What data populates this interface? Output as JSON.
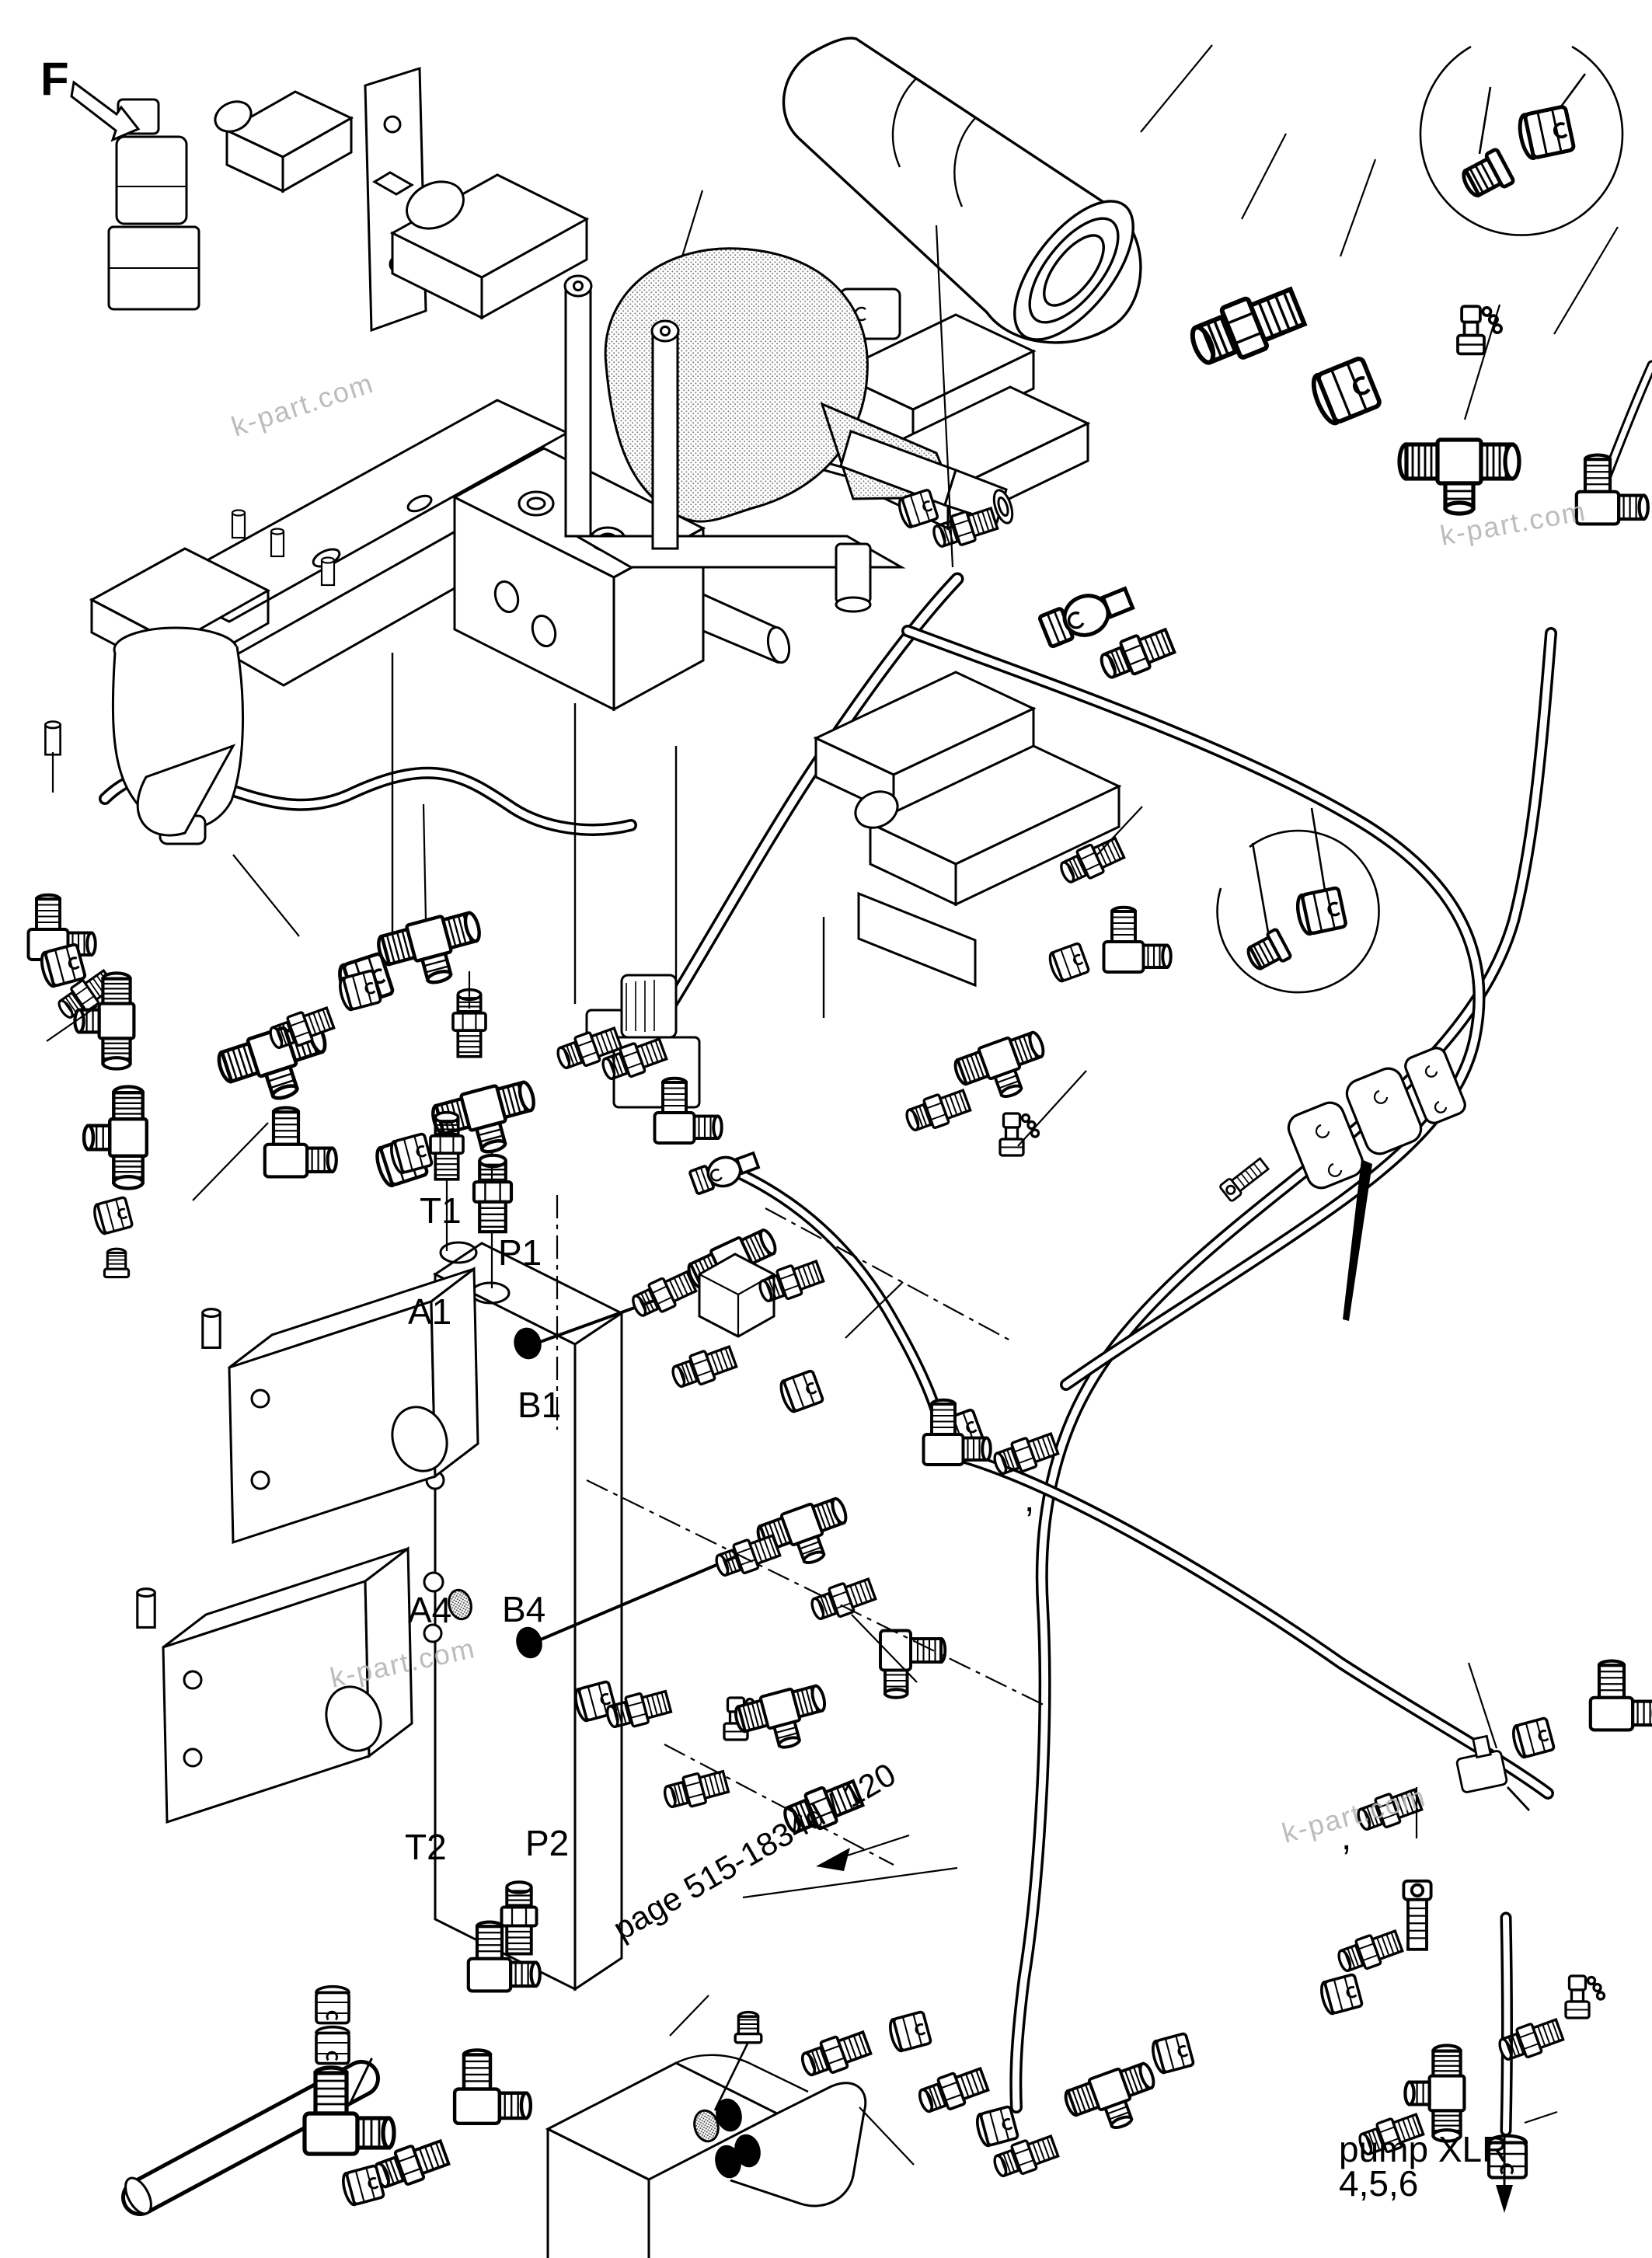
{
  "page": {
    "background": "#ffffff",
    "line_color": "#000000",
    "watermark_color": "#b5b5b5",
    "stipple_color": "#777777"
  },
  "view": {
    "label": "F"
  },
  "ports": {
    "T1": "T1",
    "P1": "P1",
    "A1": "A1",
    "B1": "B1",
    "A4": "A4",
    "B4": "B4",
    "T2": "T2",
    "P2": "P2"
  },
  "notes": {
    "page_ref": "page 515-1834d / 120",
    "pump_label_line1": "pump XLR",
    "pump_label_line2": "4,5,6",
    "comma_a": ",",
    "comma_b": ","
  },
  "watermark": {
    "text": "k-part.com"
  }
}
